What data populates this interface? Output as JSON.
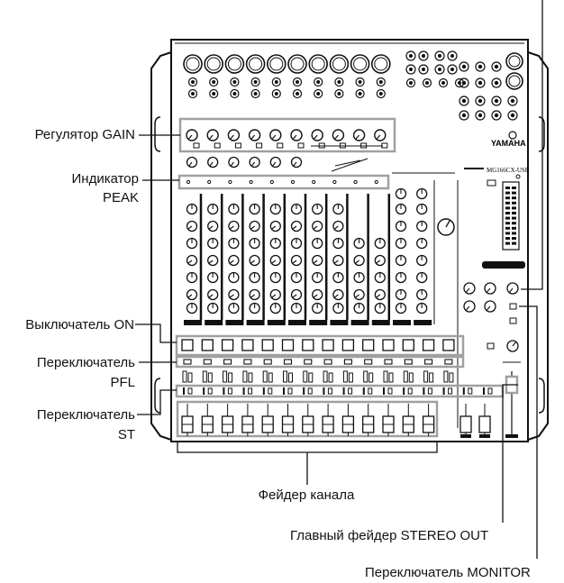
{
  "brand": "YAMAHA",
  "model": "MG166CX-USB",
  "labels": {
    "gain": "Регулятор GAIN",
    "peak_line1": "Индикатор",
    "peak_line2": "PEAK",
    "on": "Выключатель ON",
    "pfl_line1": "Переключатель",
    "pfl_line2": "PFL",
    "st_line1": "Переключатель",
    "st_line2": "ST",
    "channel_fader": "Фейдер канала",
    "main_fader": "Главный фейдер STEREO OUT",
    "monitor": "Переключатель MONITOR"
  },
  "colors": {
    "line": "#111111",
    "highlight": "#a0a0a0",
    "panel_fill": "#ffffff"
  }
}
